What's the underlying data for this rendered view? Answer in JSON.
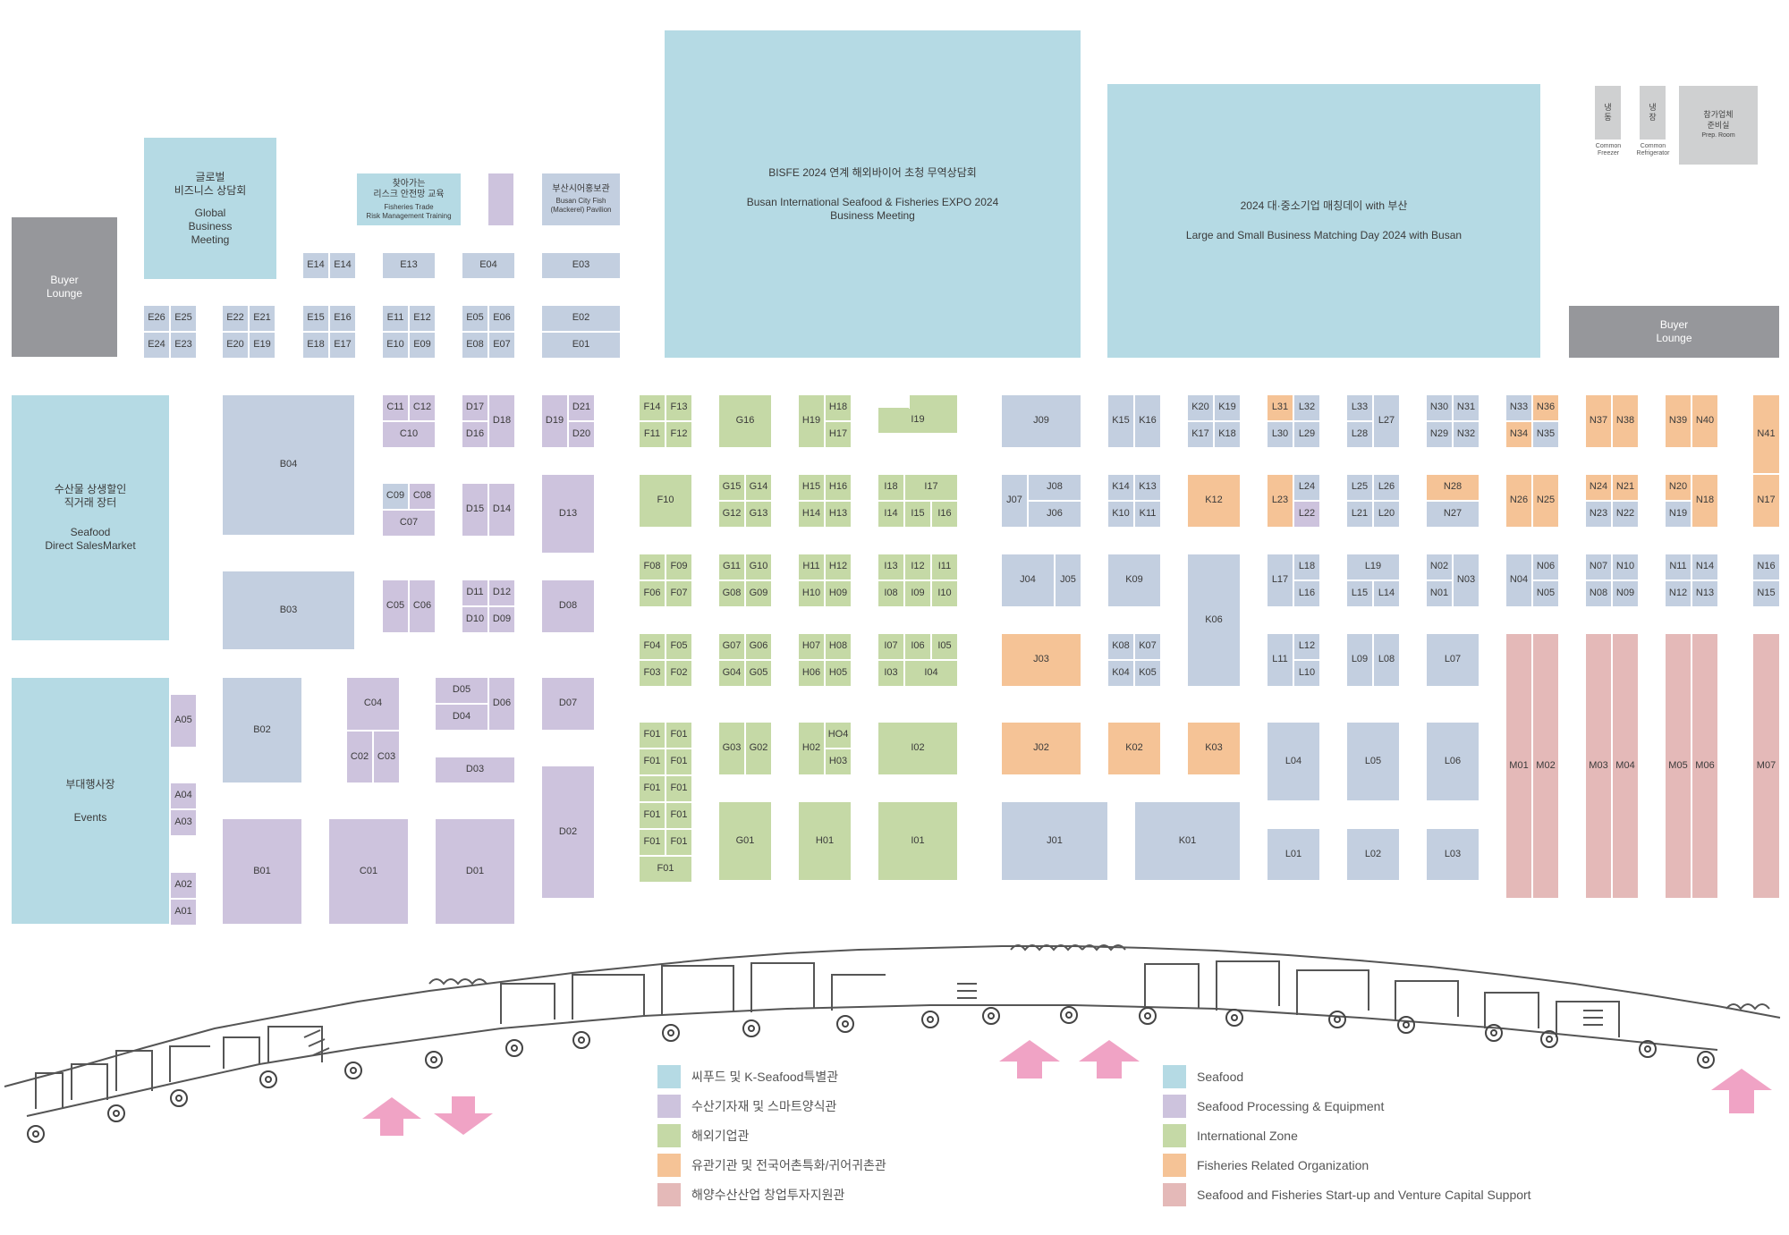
{
  "zones": {
    "buyer_lounge": "Buyer\nLounge",
    "global_business_ko": "글로벌\n비즈니스 상담회",
    "global_business_en": "Global\nBusiness\nMeeting",
    "risk_training_ko": "찾아가는\n리스크 안전망 교육",
    "risk_training_en": "Fisheries Trade\nRisk Management Training",
    "busan_pavilion_ko": "부산시어홍보관",
    "busan_pavilion_en": "Busan City Fish\n(Mackerel) Pavilion",
    "bisfe_ko": "BISFE 2024 연계 해외바이어 초청 무역상담회",
    "bisfe_en": "Busan International Seafood & Fisheries EXPO 2024\nBusiness Meeting",
    "matching_ko": "2024 대·중소기업 매칭데이 with 부산",
    "matching_en": "Large and Small Business Matching Day 2024 with Busan",
    "freezer_ko": "냉\n동",
    "freezer_en": "Common\nFreezer",
    "fridge_ko": "냉\n장",
    "fridge_en": "Common\nRefrigerator",
    "prep_ko": "참가업체\n준비실",
    "prep_en": "Prep. Room",
    "direct_sales_ko": "수산물 상생할인\n직거래 장터",
    "direct_sales_en": "Seafood\nDirect SalesMarket",
    "events_ko": "부대행사장",
    "events_en": "Events"
  },
  "booths": {
    "E26": "E26",
    "E25": "E25",
    "E24": "E24",
    "E23": "E23",
    "E22": "E22",
    "E21": "E21",
    "E20": "E20",
    "E19": "E19",
    "E14": "E14",
    "E14b": "E14",
    "E15": "E15",
    "E16": "E16",
    "E18": "E18",
    "E17": "E17",
    "E13": "E13",
    "E11": "E11",
    "E12": "E12",
    "E10": "E10",
    "E09": "E09",
    "E04": "E04",
    "E05": "E05",
    "E06": "E06",
    "E08": "E08",
    "E07": "E07",
    "E03": "E03",
    "E02": "E02",
    "E01": "E01",
    "B04": "B04",
    "B03": "B03",
    "B02": "B02",
    "B01": "B01",
    "A05": "A05",
    "A04": "A04",
    "A03": "A03",
    "A02": "A02",
    "A01": "A01",
    "C11": "C11",
    "C12": "C12",
    "C10": "C10",
    "C09": "C09",
    "C08": "C08",
    "C07": "C07",
    "C05": "C05",
    "C06": "C06",
    "C04": "C04",
    "C02": "C02",
    "C03": "C03",
    "C01": "C01",
    "D17": "D17",
    "D18": "D18",
    "D16": "D16",
    "D19": "D19",
    "D21": "D21",
    "D20": "D20",
    "D15": "D15",
    "D14": "D14",
    "D13": "D13",
    "D11": "D11",
    "D12": "D12",
    "D10": "D10",
    "D09": "D09",
    "D08": "D08",
    "D05": "D05",
    "D06": "D06",
    "D04": "D04",
    "D07": "D07",
    "D03": "D03",
    "D02": "D02",
    "D01": "D01",
    "F14": "F14",
    "F13": "F13",
    "F11": "F11",
    "F12": "F12",
    "F10": "F10",
    "F08": "F08",
    "F09": "F09",
    "F06": "F06",
    "F07": "F07",
    "F04": "F04",
    "F05": "F05",
    "F03": "F03",
    "F02": "F02",
    "F01": "F01",
    "G16": "G16",
    "G15": "G15",
    "G14": "G14",
    "G12": "G12",
    "G13": "G13",
    "G11": "G11",
    "G10": "G10",
    "G08": "G08",
    "G09": "G09",
    "G07": "G07",
    "G06": "G06",
    "G04": "G04",
    "G05": "G05",
    "G03": "G03",
    "G02": "G02",
    "G01": "G01",
    "H19": "H19",
    "H18": "H18",
    "H17": "H17",
    "H15": "H15",
    "H16": "H16",
    "H14": "H14",
    "H13": "H13",
    "H11": "H11",
    "H12": "H12",
    "H10": "H10",
    "H09": "H09",
    "H07": "H07",
    "H08": "H08",
    "H06": "H06",
    "H05": "H05",
    "H02": "H02",
    "HO4": "HO4",
    "H03": "H03",
    "H01": "H01",
    "I19": "I19",
    "I18": "I18",
    "I17": "I17",
    "I14": "I14",
    "I15": "I15",
    "I16": "I16",
    "I13": "I13",
    "I12": "I12",
    "I11": "I11",
    "I08": "I08",
    "I09": "I09",
    "I10": "I10",
    "I07": "I07",
    "I06": "I06",
    "I05": "I05",
    "I03": "I03",
    "I04": "I04",
    "I02": "I02",
    "I01": "I01",
    "J09": "J09",
    "J07": "J07",
    "J08": "J08",
    "J06": "J06",
    "J04": "J04",
    "J05": "J05",
    "J03": "J03",
    "J02": "J02",
    "J01": "J01",
    "K15": "K15",
    "K16": "K16",
    "K20": "K20",
    "K19": "K19",
    "K17": "K17",
    "K18": "K18",
    "K14": "K14",
    "K13": "K13",
    "K10": "K10",
    "K11": "K11",
    "K12": "K12",
    "K09": "K09",
    "K06": "K06",
    "K08": "K08",
    "K07": "K07",
    "K04": "K04",
    "K05": "K05",
    "K02": "K02",
    "K03": "K03",
    "K01": "K01",
    "L31": "L31",
    "L32": "L32",
    "L30": "L30",
    "L29": "L29",
    "L33": "L33",
    "L27": "L27",
    "L28": "L28",
    "L23": "L23",
    "L24": "L24",
    "L22": "L22",
    "L25": "L25",
    "L26": "L26",
    "L21": "L21",
    "L20": "L20",
    "L17": "L17",
    "L18": "L18",
    "L16": "L16",
    "L19": "L19",
    "L15": "L15",
    "L14": "L14",
    "L11": "L11",
    "L12": "L12",
    "L10": "L10",
    "L09": "L09",
    "L08": "L08",
    "L07": "L07",
    "L04": "L04",
    "L05": "L05",
    "L06": "L06",
    "L01": "L01",
    "L02": "L02",
    "L03": "L03",
    "N30": "N30",
    "N31": "N31",
    "N29": "N29",
    "N32": "N32",
    "N33": "N33",
    "N36": "N36",
    "N34": "N34",
    "N35": "N35",
    "N37": "N37",
    "N38": "N38",
    "N39": "N39",
    "N40": "N40",
    "N41": "N41",
    "N28": "N28",
    "N27": "N27",
    "N26": "N26",
    "N25": "N25",
    "N24": "N24",
    "N21": "N21",
    "N23": "N23",
    "N22": "N22",
    "N20": "N20",
    "N18": "N18",
    "N19": "N19",
    "N17": "N17",
    "N02": "N02",
    "N03": "N03",
    "N01": "N01",
    "N04": "N04",
    "N06": "N06",
    "N05": "N05",
    "N07": "N07",
    "N10": "N10",
    "N08": "N08",
    "N09": "N09",
    "N11": "N11",
    "N14": "N14",
    "N12": "N12",
    "N13": "N13",
    "N16": "N16",
    "N15": "N15",
    "M01": "M01",
    "M02": "M02",
    "M03": "M03",
    "M04": "M04",
    "M05": "M05",
    "M06": "M06",
    "M07": "M07"
  },
  "legend": {
    "ko": [
      "씨푸드 및 K-Seafood특별관",
      "수산기자재 및 스마트양식관",
      "해외기업관",
      "유관기관 및 전국어촌특화/귀어귀촌관",
      "해양수산산업 창업투자지원관"
    ],
    "en": [
      "Seafood",
      "Seafood Processing & Equipment",
      "International Zone",
      "Fisheries Related Organization",
      "Seafood and Fisheries Start-up and Venture Capital Support"
    ],
    "colors": [
      "#b5dae4",
      "#cdc3dd",
      "#c5d9a6",
      "#f5c396",
      "#e4b9b8"
    ]
  },
  "colors": {
    "entrance_arrow": "#f0a3c5",
    "standard_booth": "#c3cfe0",
    "lounge": "#96979b"
  }
}
